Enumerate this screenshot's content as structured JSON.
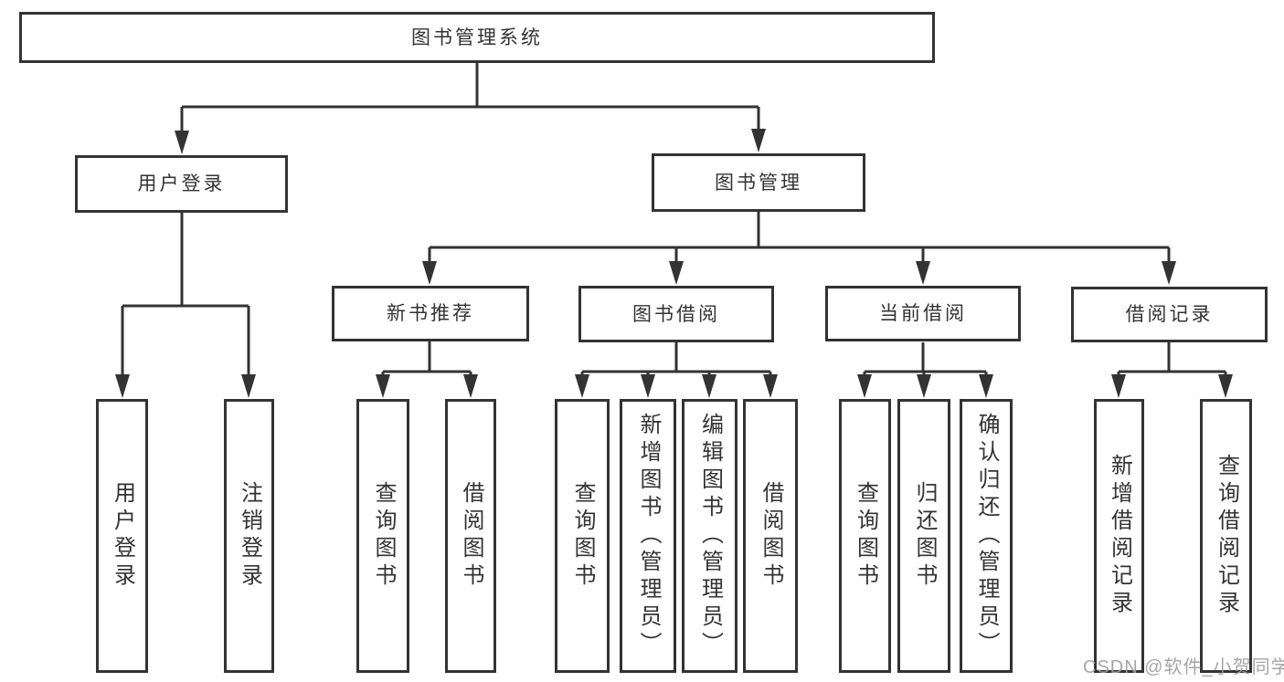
{
  "diagram": {
    "root": "图书管理系统",
    "children": [
      {
        "label": "用户登录",
        "children": [
          "用户登录",
          "注销登录"
        ]
      },
      {
        "label": "图书管理",
        "children": [
          {
            "label": "新书推荐",
            "children": [
              "查询图书",
              "借阅图书"
            ]
          },
          {
            "label": "图书借阅",
            "children": [
              "查询图书",
              "新增图书（管理员）",
              "编辑图书（管理员）",
              "借阅图书"
            ]
          },
          {
            "label": "当前借阅",
            "children": [
              "查询图书",
              "归还图书",
              "确认归还（管理员）"
            ]
          },
          {
            "label": "借阅记录",
            "children": [
              "新增借阅记录",
              "查询借阅记录"
            ]
          }
        ]
      }
    ],
    "colors": {
      "line": "#333333",
      "box_border": "#333333",
      "text": "#333333",
      "box_background": "#ffffff",
      "watermark": "#9e9e9e",
      "page_background": "#ffffff"
    }
  },
  "watermark": {
    "text": "CSDN @软件_小贺同学"
  }
}
